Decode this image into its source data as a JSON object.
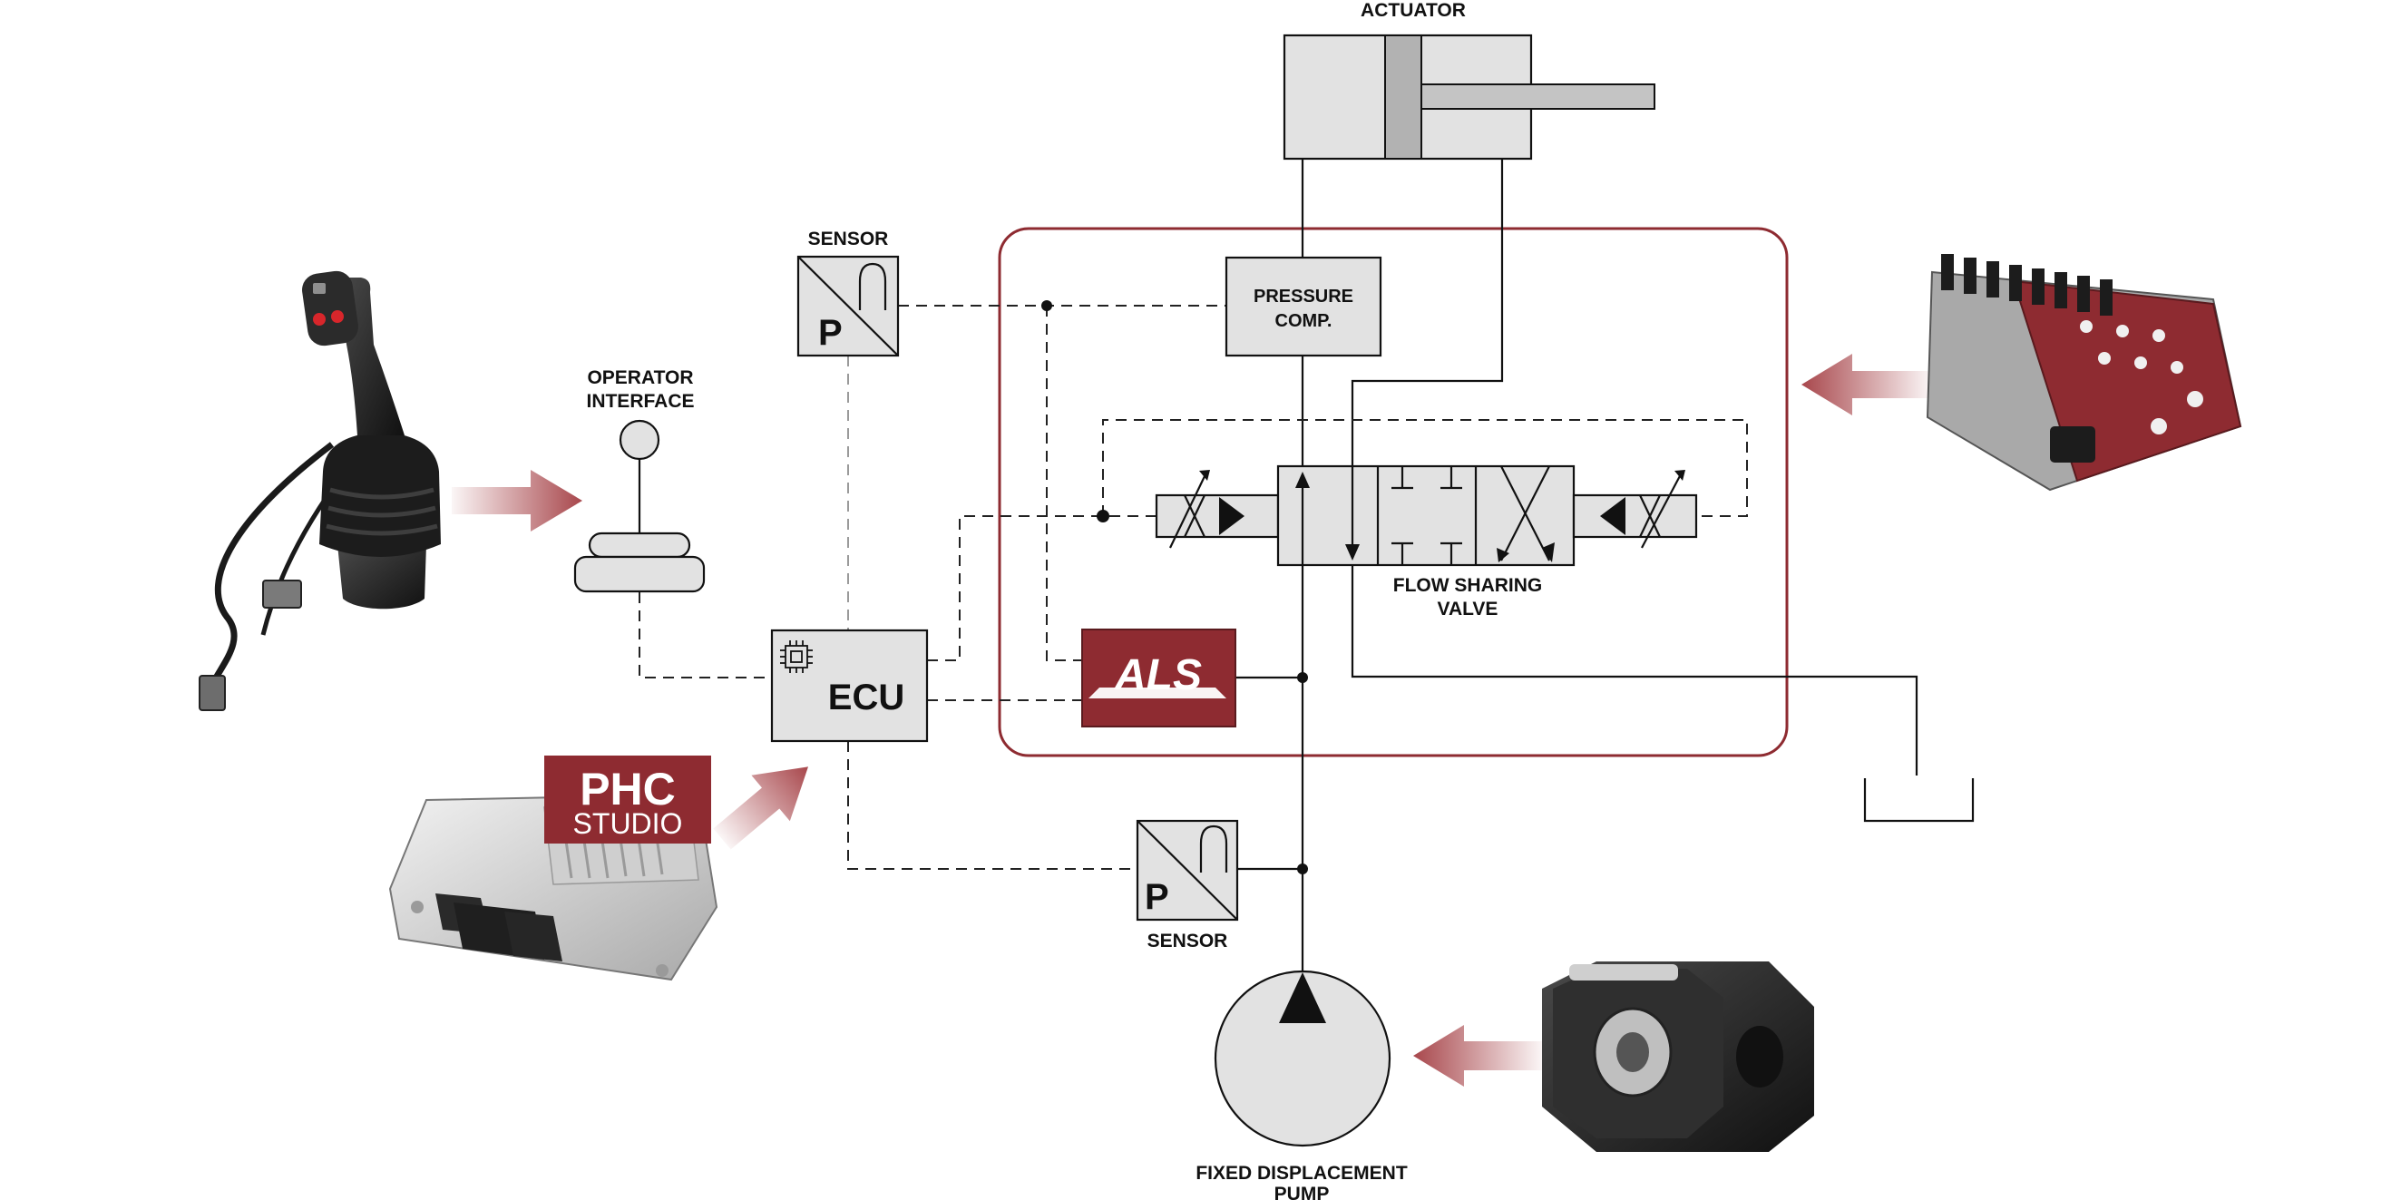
{
  "labels": {
    "actuator": "ACTUATOR",
    "sensor_top": "SENSOR",
    "pressure_comp_1": "PRESSURE",
    "pressure_comp_2": "COMP.",
    "operator_1": "OPERATOR",
    "operator_2": "INTERFACE",
    "ecu": "ECU",
    "als": "ALS",
    "flow_sharing_1": "FLOW SHARING",
    "flow_sharing_2": "VALVE",
    "sensor_bottom": "SENSOR",
    "pump_1": "FIXED DISPLACEMENT",
    "pump_2": "PUMP",
    "phc_1": "PHC",
    "phc_2": "STUDIO",
    "sensor_p": "P"
  },
  "icons": {
    "joystick": "joystick-product-icon",
    "ecu_module": "ecu-module-product-icon",
    "valve_block": "valve-block-product-icon",
    "gear_pump": "gear-pump-product-icon"
  },
  "colors": {
    "brand_red": "#8e2b31",
    "arrow_red": "#a8474c",
    "box_fill": "#e2e2e2",
    "line": "#111111"
  }
}
